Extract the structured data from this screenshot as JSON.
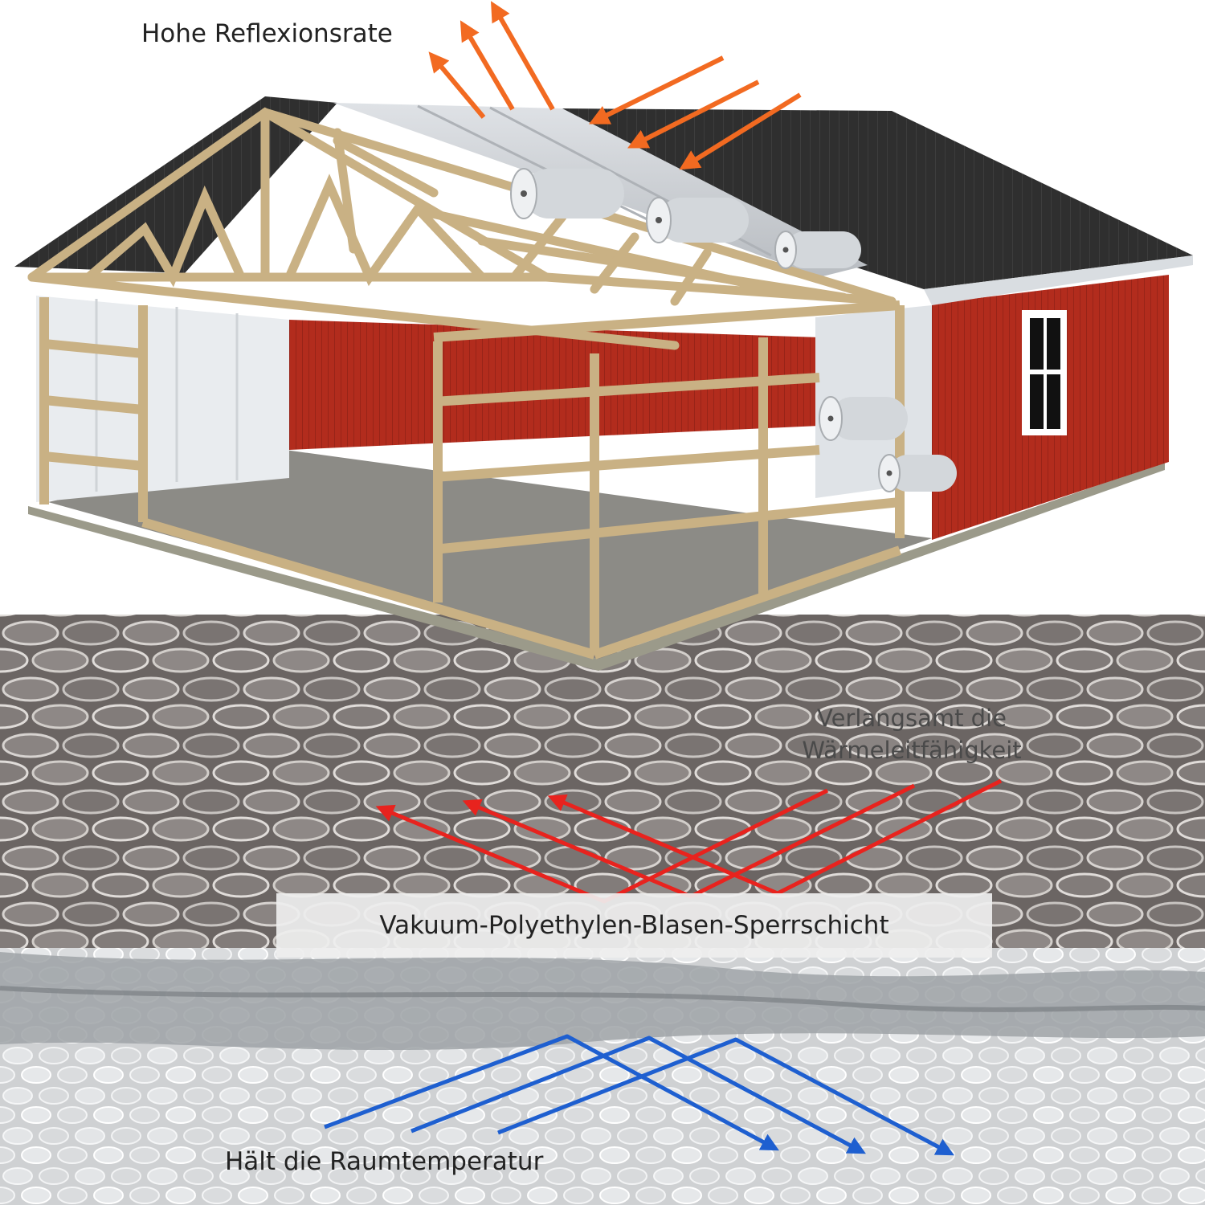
{
  "labels": {
    "high_reflection": "Hohe Reflexionsrate",
    "slows_conductivity_line1": "Verlangsamt die",
    "slows_conductivity_line2": "Wärmeleitfähigkeit",
    "barrier_layer": "Vakuum-Polyethylen-Blasen-Sperrschicht",
    "keeps_room_temp": "Hält die Raumtemperatur"
  },
  "colors": {
    "reflection_arrows": "#f26a21",
    "conduction_arrows": "#e8231e",
    "temperature_arrows": "#1e5fd0",
    "barn_wall": "#b02a1c",
    "roof_shingles": "#2e2e2e",
    "timber_frame": "#c9b184",
    "foil": "#c4c7ca"
  },
  "icons": [
    "house-frame-illustration",
    "insulation-roll-icon",
    "arrow-icon",
    "bubble-foil-texture"
  ]
}
